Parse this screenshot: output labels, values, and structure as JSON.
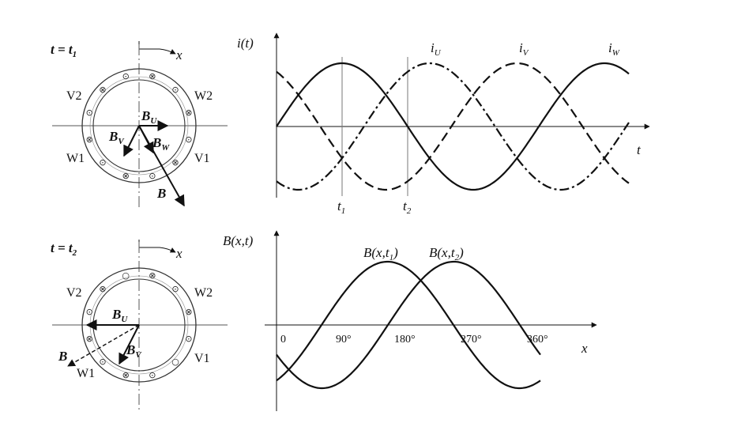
{
  "panel_top": {
    "time_label": "t = t",
    "time_sub": "1",
    "x_label": "x",
    "coils": {
      "v2": "V2",
      "w2": "W2",
      "w1": "W1",
      "v1": "V1"
    },
    "vectors": {
      "bu": "B",
      "bu_sub": "U",
      "bv": "B",
      "bv_sub": "V",
      "bw": "B",
      "bw_sub": "W",
      "b": "B"
    },
    "slot_marks": [
      "⊗",
      "⊙",
      "⊗",
      "⊙",
      "⊗",
      "⊙",
      "⊗",
      "⊙",
      "⊗",
      "⊙",
      "⊗",
      "⊙"
    ]
  },
  "panel_bottom": {
    "time_label": "t = t",
    "time_sub": "2",
    "x_label": "x",
    "coils": {
      "v2": "V2",
      "w2": "W2",
      "w1": "W1",
      "v1": "V1"
    },
    "vectors": {
      "bu": "B",
      "bu_sub": "U",
      "bv": "B",
      "bv_sub": "V",
      "b": "B"
    },
    "slot_marks": [
      "⊗",
      "⊙",
      "⊗",
      "⊙",
      "○",
      "⊙",
      "⊗",
      "⊙",
      "⊗",
      "⊙",
      "⊗",
      "○"
    ]
  },
  "current_chart": {
    "y_label": "i(t)",
    "x_label": "t",
    "markers": [
      {
        "label": "t",
        "sub": "1"
      },
      {
        "label": "t",
        "sub": "2"
      }
    ],
    "series": [
      {
        "name": "i",
        "sub": "U",
        "style": "solid"
      },
      {
        "name": "i",
        "sub": "V",
        "style": "dash"
      },
      {
        "name": "i",
        "sub": "W",
        "style": "dashdot"
      }
    ]
  },
  "field_chart": {
    "y_label": "B(x,t)",
    "x_label": "x",
    "ticks": [
      "0",
      "90°",
      "180°",
      "270°",
      "360°"
    ],
    "curves": [
      {
        "label": "B(x,t",
        "sub": "1",
        "close": ")"
      },
      {
        "label": "B(x,t",
        "sub": "2",
        "close": ")"
      }
    ]
  }
}
